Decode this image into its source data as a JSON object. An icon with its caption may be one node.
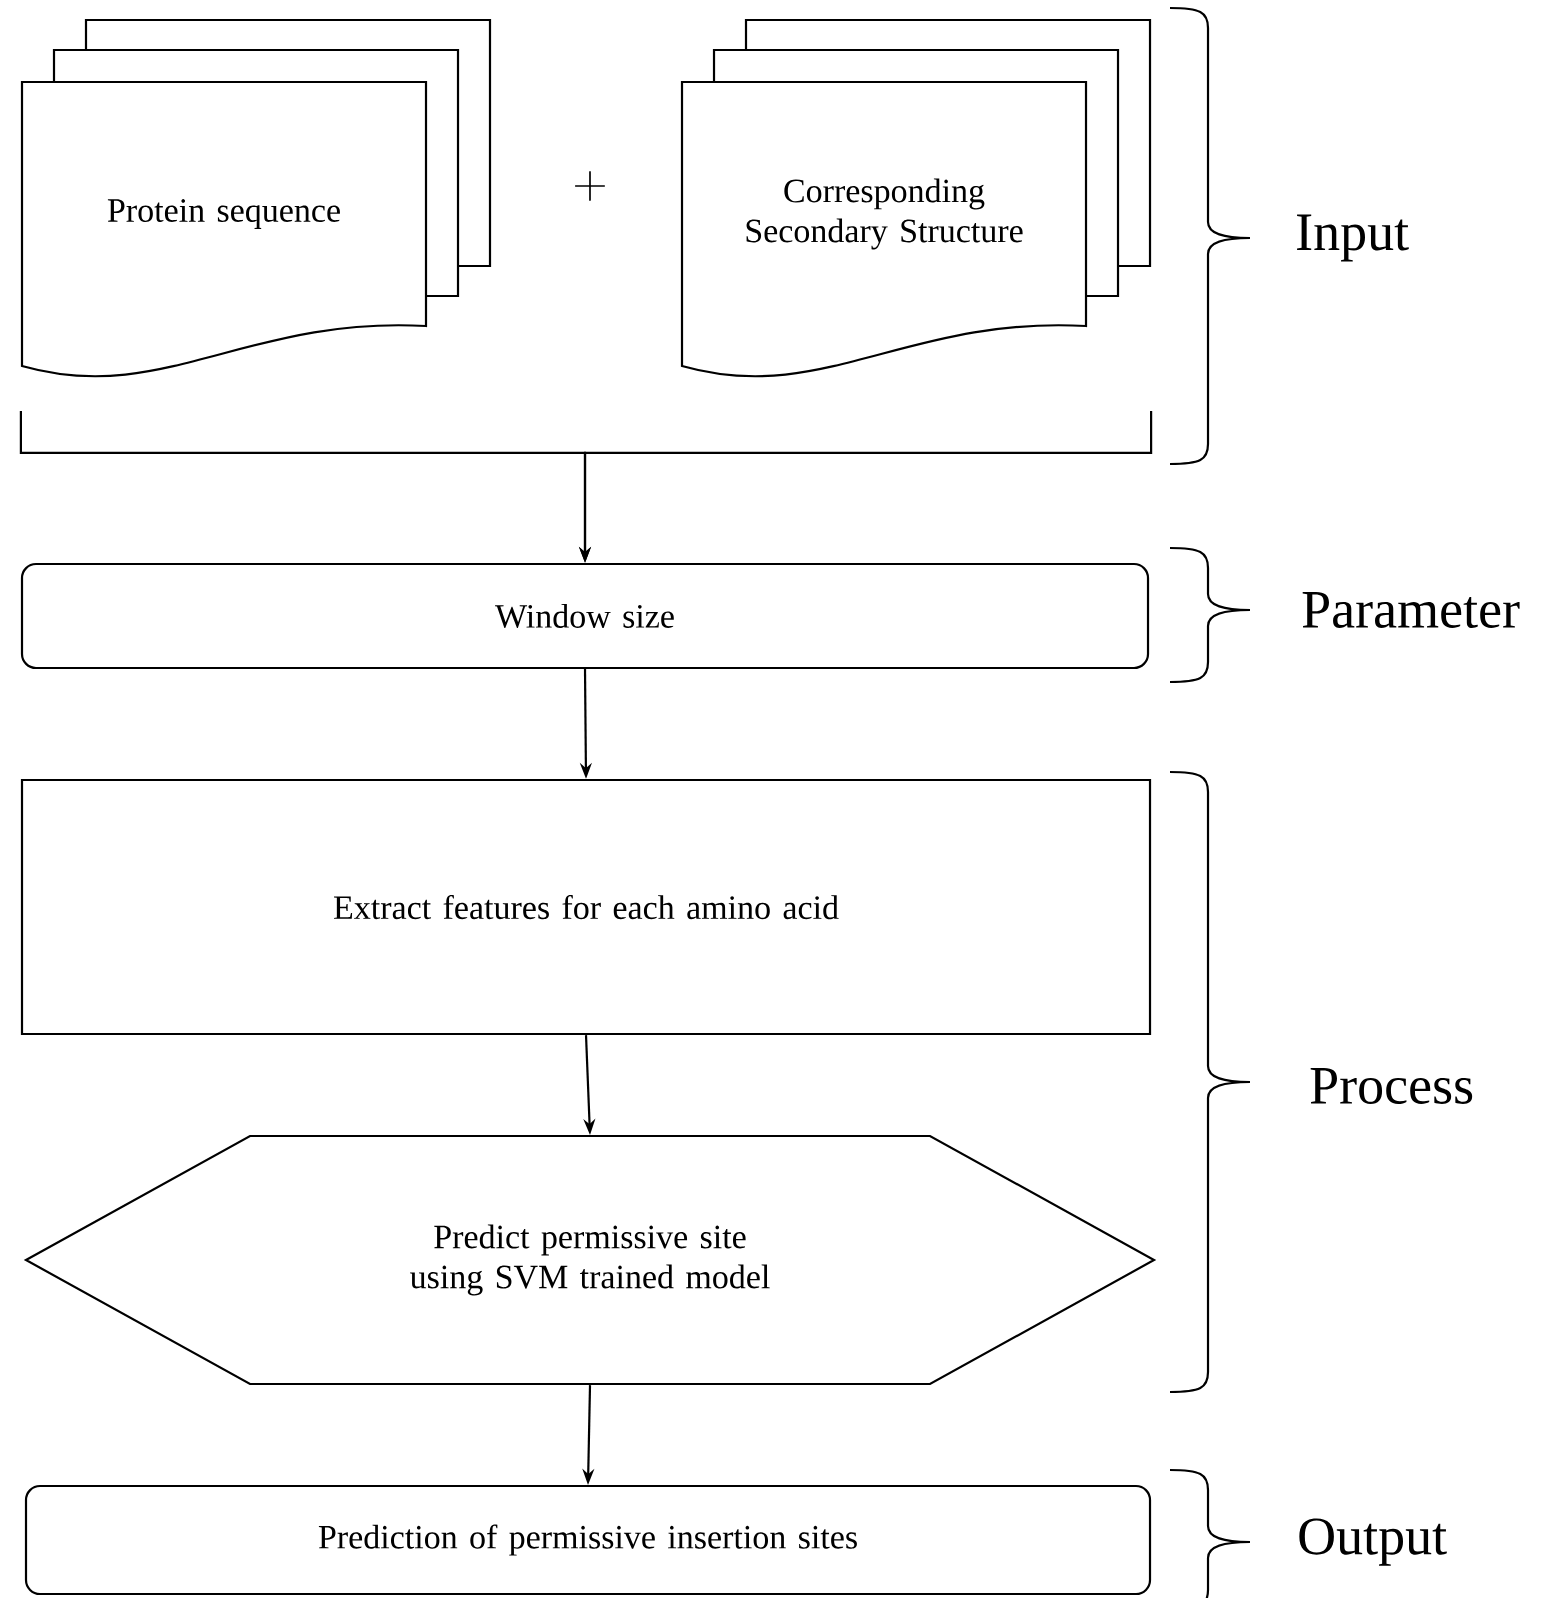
{
  "diagram": {
    "nodes": [
      {
        "text": [
          "Protein sequence"
        ]
      },
      {
        "text": [
          "Corresponding Secondary Structure"
        ]
      },
      {
        "text": [
          "Window size"
        ]
      },
      {
        "text": [
          "Extract features for each amino acid"
        ]
      },
      {
        "text": [
          "Predict permissive site using SVM trained model"
        ]
      },
      {
        "text": [
          "Prediction of permissive insertion sites"
        ]
      }
    ],
    "edges": [
      {
        "from": 0,
        "to": 2,
        "arrow": "to"
      },
      {
        "from": 1,
        "to": 2,
        "arrow": "to"
      },
      {
        "from": 2,
        "to": 3,
        "arrow": "to"
      },
      {
        "from": 3,
        "to": 4,
        "arrow": "to"
      },
      {
        "from": 4,
        "to": 5,
        "arrow": "to"
      }
    ],
    "labels": [
      "+",
      "Input",
      "Parameter",
      "Process",
      "Output"
    ]
  }
}
